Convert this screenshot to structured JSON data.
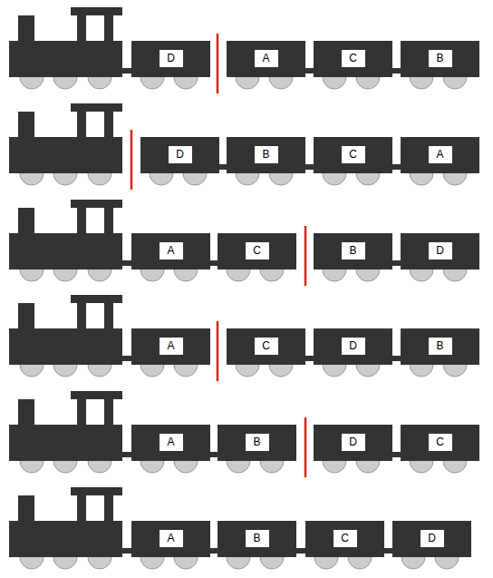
{
  "diagram": {
    "nodes": [
      {
        "text": [
          "D"
        ]
      },
      {
        "text": [
          "A"
        ]
      },
      {
        "text": [
          "C"
        ]
      },
      {
        "text": [
          "B"
        ]
      },
      {
        "text": [
          "D"
        ]
      },
      {
        "text": [
          "B"
        ]
      },
      {
        "text": [
          "C"
        ]
      },
      {
        "text": [
          "A"
        ]
      },
      {
        "text": [
          "A"
        ]
      },
      {
        "text": [
          "C"
        ]
      },
      {
        "text": [
          "B"
        ]
      },
      {
        "text": [
          "D"
        ]
      },
      {
        "text": [
          "A"
        ]
      },
      {
        "text": [
          "C"
        ]
      },
      {
        "text": [
          "D"
        ]
      },
      {
        "text": [
          "B"
        ]
      },
      {
        "text": [
          "A"
        ]
      },
      {
        "text": [
          "B"
        ]
      },
      {
        "text": [
          "D"
        ]
      },
      {
        "text": [
          "C"
        ]
      },
      {
        "text": [
          "A"
        ]
      },
      {
        "text": [
          "B"
        ]
      },
      {
        "text": [
          "C"
        ]
      },
      {
        "text": [
          "D"
        ]
      }
    ],
    "edges": [
      {
        "from": 1,
        "to": 2,
        "arrow": "none"
      },
      {
        "from": 2,
        "to": 3,
        "arrow": "none"
      },
      {
        "from": 4,
        "to": 5,
        "arrow": "none"
      },
      {
        "from": 5,
        "to": 6,
        "arrow": "none"
      },
      {
        "from": 6,
        "to": 7,
        "arrow": "none"
      },
      {
        "from": 8,
        "to": 9,
        "arrow": "none"
      },
      {
        "from": 10,
        "to": 11,
        "arrow": "none"
      },
      {
        "from": 13,
        "to": 14,
        "arrow": "none"
      },
      {
        "from": 14,
        "to": 15,
        "arrow": "none"
      },
      {
        "from": 16,
        "to": 17,
        "arrow": "none"
      },
      {
        "from": 18,
        "to": 19,
        "arrow": "none"
      },
      {
        "from": 20,
        "to": 21,
        "arrow": "none"
      },
      {
        "from": 21,
        "to": 22,
        "arrow": "none"
      },
      {
        "from": 22,
        "to": 23,
        "arrow": "none"
      }
    ]
  }
}
